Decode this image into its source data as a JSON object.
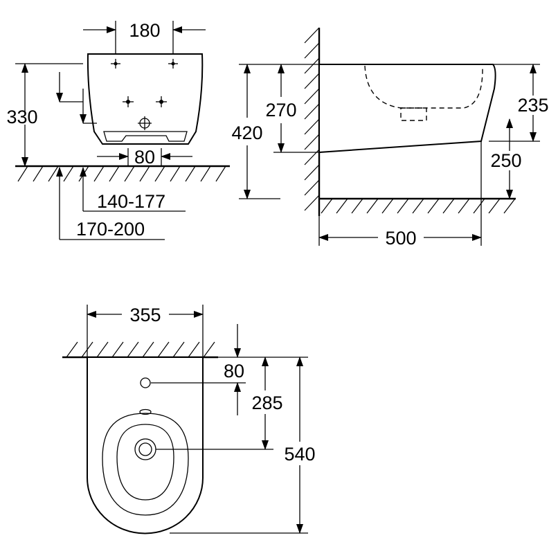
{
  "front_view": {
    "width_top": "180",
    "height_total": "330",
    "drain_spacing": "80",
    "supply_height": "140-177",
    "fixing_height": "170-200"
  },
  "side_view": {
    "bowl_rim_height": "420",
    "bowl_body_height": "270",
    "top_depth": "235",
    "floor_clearance": "250",
    "depth": "500"
  },
  "top_view": {
    "width": "355",
    "tap_hole_offset": "80",
    "drain_offset": "285",
    "length": "540"
  }
}
